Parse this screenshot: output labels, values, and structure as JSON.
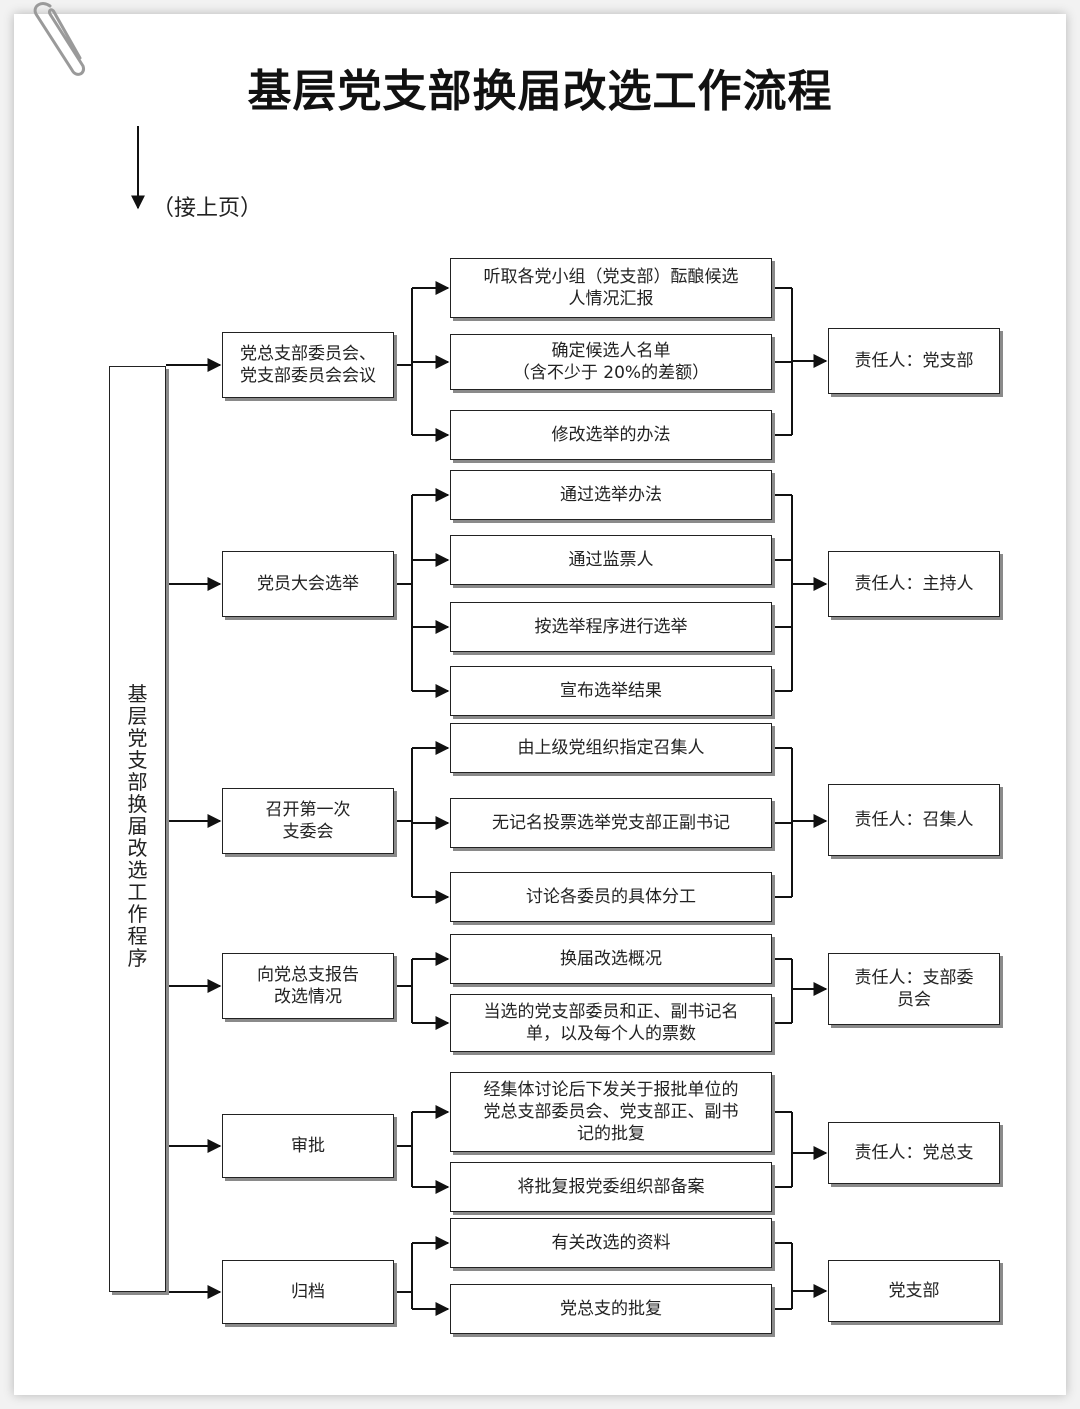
{
  "title": "基层党支部换届改选工作流程",
  "continued_label": "（接上页）",
  "side_label": "基层党支部换届改选工作程序",
  "stages": [
    {
      "name": "党总支部委员会、\n党支部委员会会议",
      "steps": [
        "听取各党小组（党支部）酝酿候选\n人情况汇报",
        "确定候选人名单\n（含不少于 20%的差额）",
        "修改选举的办法"
      ],
      "owner": "责任人：党支部"
    },
    {
      "name": "党员大会选举",
      "steps": [
        "通过选举办法",
        "通过监票人",
        "按选举程序进行选举",
        "宣布选举结果"
      ],
      "owner": "责任人：主持人"
    },
    {
      "name": "召开第一次\n支委会",
      "steps": [
        "由上级党组织指定召集人",
        "无记名投票选举党支部正副书记",
        "讨论各委员的具体分工"
      ],
      "owner": "责任人：召集人"
    },
    {
      "name": "向党总支报告\n改选情况",
      "steps": [
        "换届改选概况",
        "当选的党支部委员和正、副书记名\n单，以及每个人的票数"
      ],
      "owner": "责任人：支部委\n员会"
    },
    {
      "name": "审批",
      "steps": [
        "经集体讨论后下发关于报批单位的\n党总支部委员会、党支部正、副书\n记的批复",
        "将批复报党委组织部备案"
      ],
      "owner": "责任人：党总支"
    },
    {
      "name": "归档",
      "steps": [
        "有关改选的资料",
        "党总支的批复"
      ],
      "owner": "党支部"
    }
  ]
}
